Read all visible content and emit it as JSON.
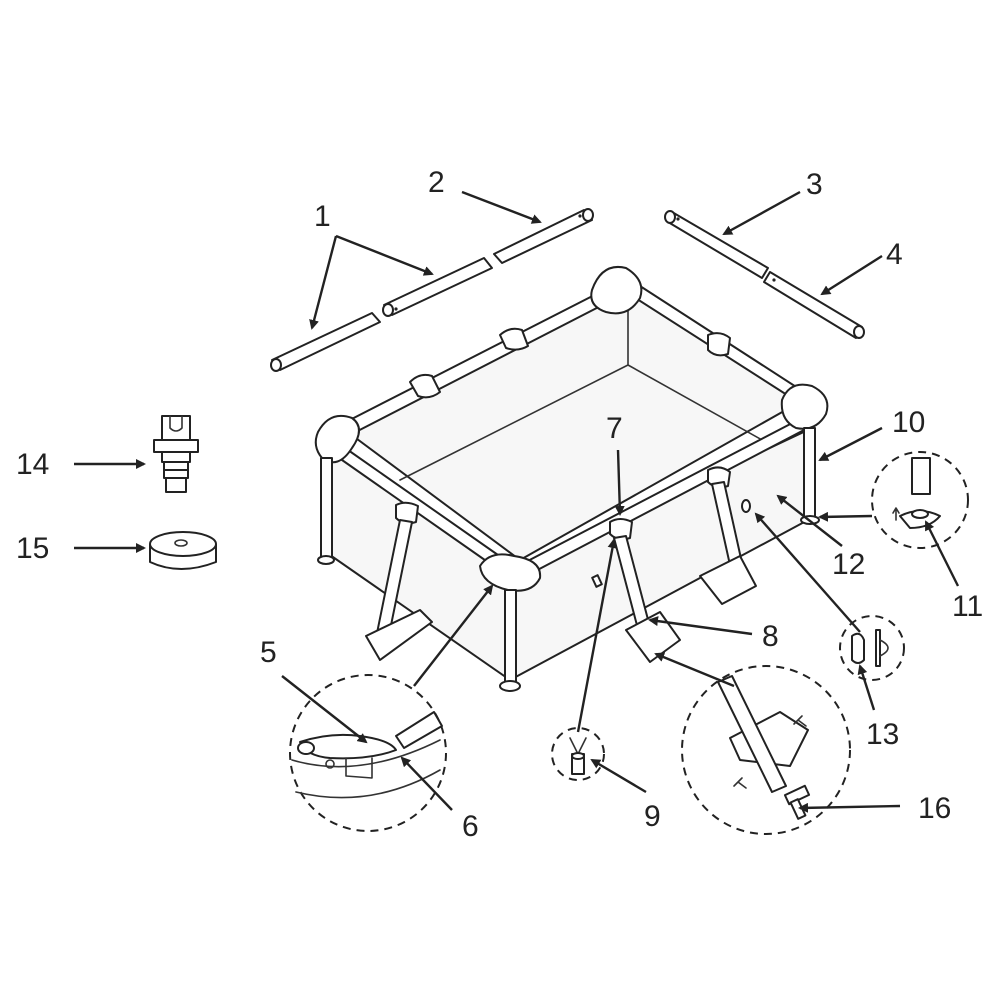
{
  "callouts": [
    {
      "id": "1",
      "label": "1"
    },
    {
      "id": "2",
      "label": "2"
    },
    {
      "id": "3",
      "label": "3"
    },
    {
      "id": "4",
      "label": "4"
    },
    {
      "id": "5",
      "label": "5"
    },
    {
      "id": "6",
      "label": "6"
    },
    {
      "id": "7",
      "label": "7"
    },
    {
      "id": "8",
      "label": "8"
    },
    {
      "id": "9",
      "label": "9"
    },
    {
      "id": "10",
      "label": "10"
    },
    {
      "id": "11",
      "label": "11"
    },
    {
      "id": "12",
      "label": "12"
    },
    {
      "id": "13",
      "label": "13"
    },
    {
      "id": "14",
      "label": "14"
    },
    {
      "id": "15",
      "label": "15"
    },
    {
      "id": "16",
      "label": "16"
    }
  ],
  "colors": {
    "line": "#222222",
    "background": "#ffffff"
  },
  "icons": [
    "pool-frame-icon",
    "pipe-icon",
    "joint-icon",
    "leg-support-icon",
    "valve-icon",
    "plug-icon",
    "adapter-icon",
    "patch-icon",
    "pin-icon"
  ]
}
